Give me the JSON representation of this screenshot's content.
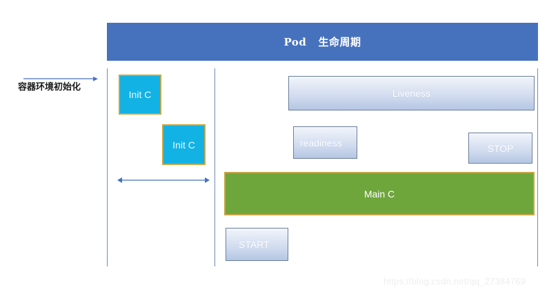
{
  "diagram": {
    "header": {
      "title": "Pod   生命周期",
      "color": "#4672bd"
    },
    "left_annotation": {
      "label": "容器环境初始化",
      "arrow_icon": "arrow-right-icon",
      "arrow_color": "#4472c4"
    },
    "init_containers": [
      {
        "label": "Init C",
        "fill": "#12b2e5",
        "border": "#c8a646"
      },
      {
        "label": "Init C",
        "fill": "#12b2e5",
        "border": "#c8a646"
      }
    ],
    "init_span": {
      "icon": "double-headed-arrow-icon",
      "color": "#4472c4"
    },
    "probes": [
      {
        "label": "Liveness",
        "style": "glossy-blue"
      },
      {
        "label": "readiness",
        "style": "glossy-blue"
      }
    ],
    "hooks": [
      {
        "label": "STOP",
        "style": "glossy-blue"
      },
      {
        "label": "START",
        "style": "glossy-blue"
      }
    ],
    "main_container": {
      "label": "Main C",
      "fill": "#6fa63c",
      "border": "#c8a646"
    },
    "watermark": "https://blog.csdn.net/qq_27384769"
  }
}
